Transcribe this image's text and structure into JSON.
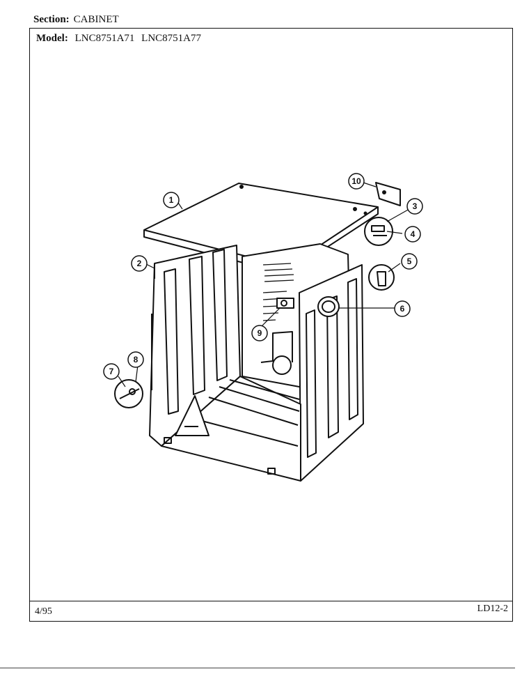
{
  "header": {
    "section_label": "Section:",
    "section_value": "CABINET",
    "model_label": "Model:",
    "models": [
      "LNC8751A71",
      "LNC8751A77"
    ]
  },
  "callouts": [
    "1",
    "2",
    "3",
    "4",
    "5",
    "6",
    "7",
    "8",
    "9",
    "10"
  ],
  "footer": {
    "date": "4/95",
    "page_code": "LD12-2"
  }
}
